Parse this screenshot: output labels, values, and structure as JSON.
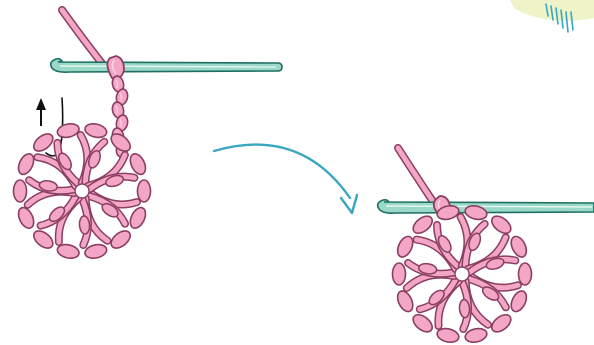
{
  "colors": {
    "background": "#ffffff",
    "yarn_fill": "#f4a6c6",
    "yarn_outline": "#8a3f62",
    "yarn_highlight": "#fbd3e3",
    "hook_fill": "#9ad8c8",
    "hook_outline": "#1e6f61",
    "arrow_teal": "#3aa7bf",
    "corner_blob": "#eef3c8",
    "corner_lines": "#3aa7bf",
    "direction_arrow": "#111111"
  },
  "steps": [
    {
      "name": "step-before",
      "ring_petals": 7
    },
    {
      "name": "step-after",
      "ring_petals": 7
    }
  ],
  "icons": {
    "hook": "crochet-hook-icon",
    "transition": "curved-arrow-icon",
    "direction": "up-arrow-icon"
  }
}
